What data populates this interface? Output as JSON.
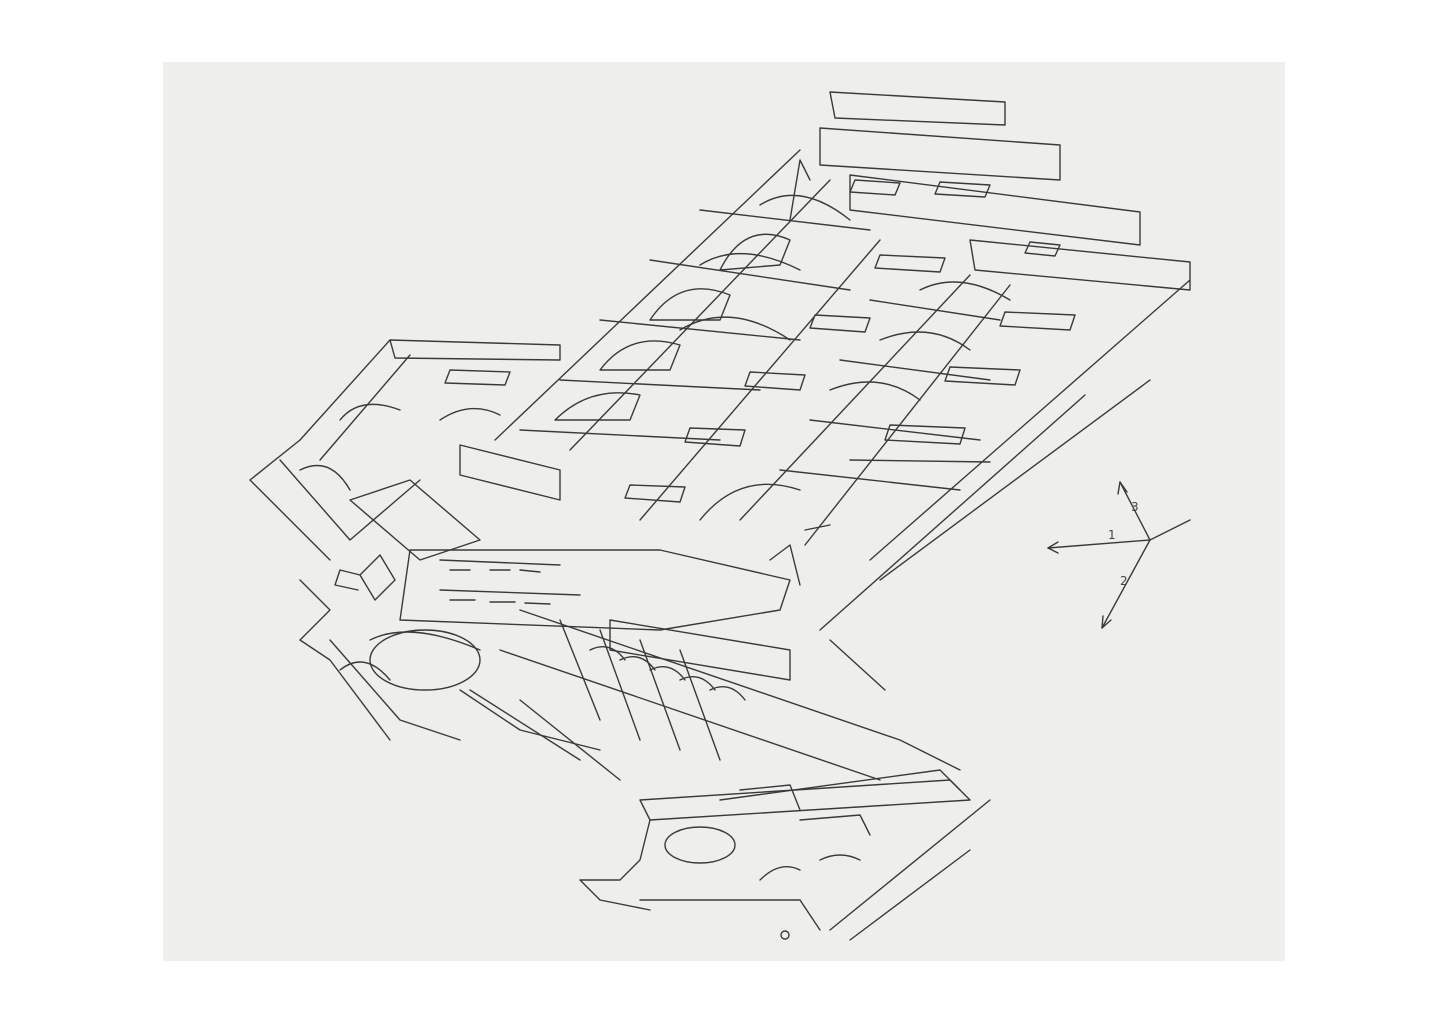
{
  "sketch": {
    "paper_color": "#eeeeec",
    "ink_color": "#3a3a3a",
    "subject": "isometric-building-sketch"
  },
  "axis_indicator": {
    "labels": [
      "1",
      "2",
      "3"
    ]
  }
}
